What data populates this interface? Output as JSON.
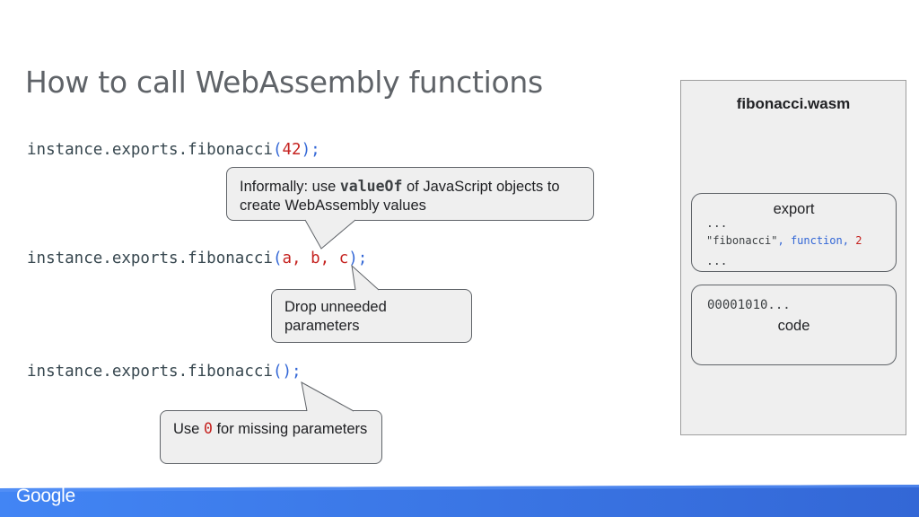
{
  "slide": {
    "title": "How to call WebAssembly functions"
  },
  "code_lines": [
    {
      "prefix": "instance.exports.fibonacci",
      "open": "(",
      "args": "42",
      "close": ");"
    },
    {
      "prefix": "instance.exports.fibonacci",
      "open": "(",
      "args": "a, b, c",
      "close": ");"
    },
    {
      "prefix": "instance.exports.fibonacci",
      "open": "(",
      "args": "",
      "close": ");"
    }
  ],
  "callouts": {
    "value_of": {
      "before": "Informally: use ",
      "code": "valueOf",
      "after": " of JavaScript objects to create WebAssembly values"
    },
    "drop": {
      "text": "Drop unneeded parameters"
    },
    "missing": {
      "before": "Use ",
      "code": "0",
      "after": " for missing parameters"
    }
  },
  "wasm_file": {
    "title": "fibonacci.wasm",
    "export_section": {
      "label": "export",
      "dots_top": "...",
      "entry_name": "\"fibonacci\"",
      "entry_sep1": ", ",
      "entry_kind": "function",
      "entry_sep2": ", ",
      "entry_index": "2",
      "dots_bottom": "..."
    },
    "code_section": {
      "bytes": "00001010...",
      "label": "code"
    }
  },
  "footer": {
    "logo": "Google"
  },
  "colors": {
    "title": "#5f6368",
    "code_text": "#37474f",
    "code_number": "#c5221f",
    "code_punctuation": "#3367d6",
    "callout_bg": "#efefef",
    "footer_blue": "#3367d6"
  }
}
